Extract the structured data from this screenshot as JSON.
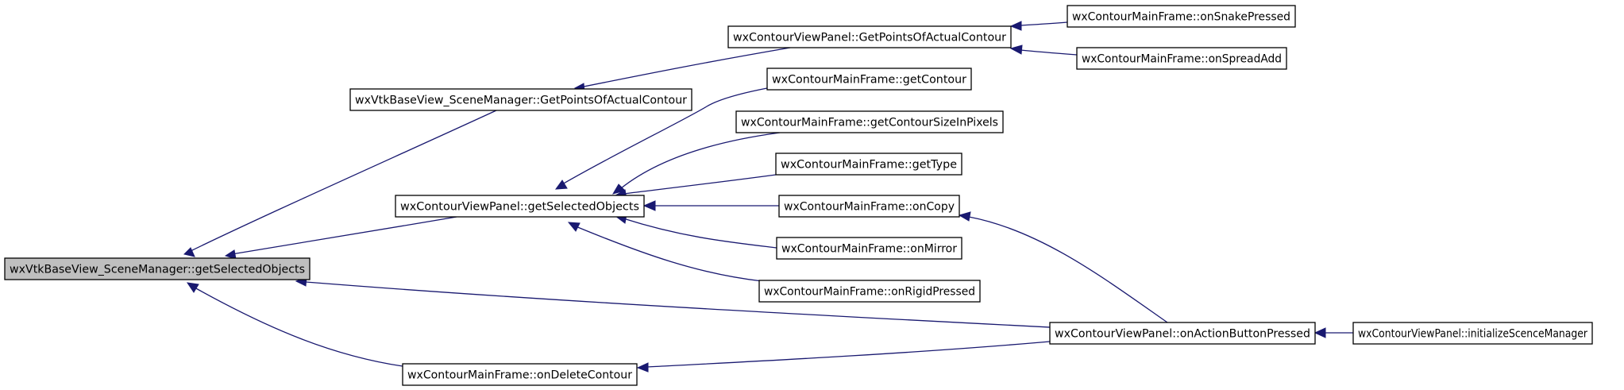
{
  "graph": {
    "nodes": [
      {
        "id": "n0",
        "label": "wxVtkBaseView_SceneManager::getSelectedObjects",
        "root": true
      },
      {
        "id": "n1",
        "label": "wxVtkBaseView_SceneManager::GetPointsOfActualContour"
      },
      {
        "id": "n2",
        "label": "wxContourViewPanel::GetPointsOfActualContour"
      },
      {
        "id": "n3",
        "label": "wxContourMainFrame::onSnakePressed"
      },
      {
        "id": "n4",
        "label": "wxContourMainFrame::onSpreadAdd"
      },
      {
        "id": "n5",
        "label": "wxContourViewPanel::getSelectedObjects"
      },
      {
        "id": "n6",
        "label": "wxContourMainFrame::getContour"
      },
      {
        "id": "n7",
        "label": "wxContourMainFrame::getContourSizeInPixels"
      },
      {
        "id": "n8",
        "label": "wxContourMainFrame::getType"
      },
      {
        "id": "n9",
        "label": "wxContourMainFrame::onCopy"
      },
      {
        "id": "n10",
        "label": "wxContourMainFrame::onMirror"
      },
      {
        "id": "n11",
        "label": "wxContourMainFrame::onRigidPressed"
      },
      {
        "id": "n12",
        "label": "wxContourViewPanel::onActionButtonPressed"
      },
      {
        "id": "n13",
        "label": "wxContourViewPanel::initializeScenceManager"
      },
      {
        "id": "n14",
        "label": "wxContourMainFrame::onDeleteContour"
      }
    ],
    "edges": [
      {
        "from": "n1",
        "to": "n0"
      },
      {
        "from": "n2",
        "to": "n1"
      },
      {
        "from": "n3",
        "to": "n2"
      },
      {
        "from": "n4",
        "to": "n2"
      },
      {
        "from": "n5",
        "to": "n0"
      },
      {
        "from": "n6",
        "to": "n5"
      },
      {
        "from": "n7",
        "to": "n5"
      },
      {
        "from": "n8",
        "to": "n5"
      },
      {
        "from": "n9",
        "to": "n5"
      },
      {
        "from": "n10",
        "to": "n5"
      },
      {
        "from": "n11",
        "to": "n5"
      },
      {
        "from": "n12",
        "to": "n0"
      },
      {
        "from": "n12",
        "to": "n9"
      },
      {
        "from": "n13",
        "to": "n12"
      },
      {
        "from": "n14",
        "to": "n0"
      },
      {
        "from": "n12",
        "to": "n14"
      }
    ],
    "colors": {
      "edge": "#191970",
      "root_fill": "#bfbfbf",
      "node_fill": "#ffffff",
      "node_stroke": "#000000"
    }
  }
}
